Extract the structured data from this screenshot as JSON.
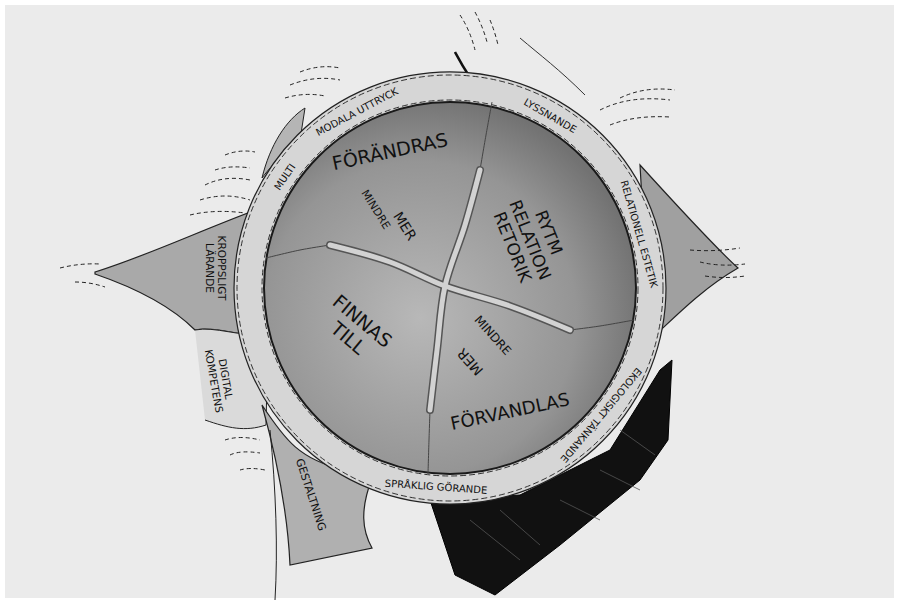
{
  "diagram": {
    "nodes": [
      {
        "text": [
          "FÖRÄNDRAS",
          "MER",
          "MINDRE",
          "RYTM RELATION RETORIK",
          "FINNAS TILL",
          "MINDRE",
          "MER",
          "FÖRVANDLAS"
        ]
      }
    ],
    "labels": [
      "MULTI",
      "MODALA UTTRYCK",
      "LYSSNANDE",
      "RELATIONELL ESTETIK",
      "EKOLOGISKT TÄNKANDE",
      "SPRÅKLIG GÖRANDE",
      "GESTALTNING",
      "DIGITAL KOMPETENS",
      "KROPPSLIGT LÄRANDE"
    ]
  }
}
